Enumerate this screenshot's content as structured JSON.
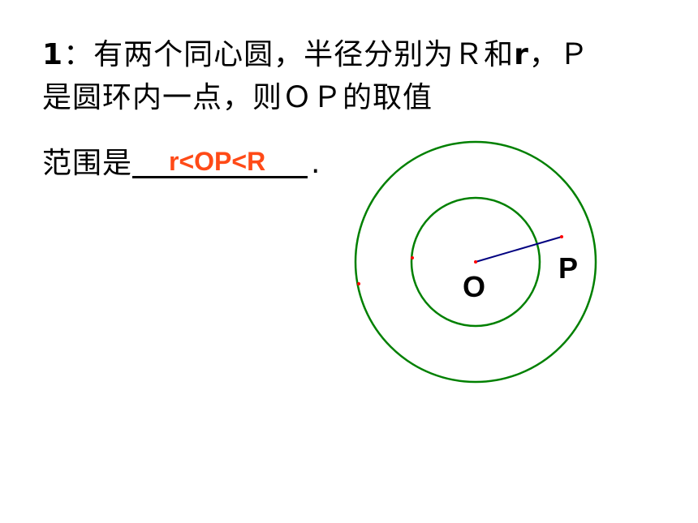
{
  "problem": {
    "number": "1",
    "colon": "：",
    "line1_rest": "有两个同心圆，半径分别为Ｒ和",
    "r_symbol": "r",
    "line1_tail": "，Ｐ",
    "line2": "是圆环内一点，则ＯＰ的取值",
    "line3_lead": "范围是",
    "line3_end": ".",
    "answer": "r<OP<R"
  },
  "figure": {
    "center_label": "O",
    "point_label": "P",
    "circle_color": "#008000",
    "segment_color": "#000080",
    "dot_color": "#ff0000"
  }
}
